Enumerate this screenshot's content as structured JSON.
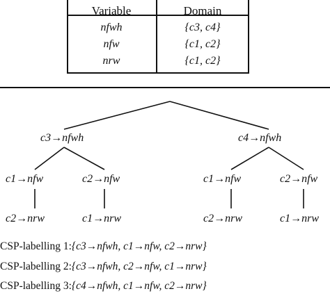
{
  "table": {
    "headers": [
      "Variable",
      "Domain"
    ],
    "rows": [
      {
        "variable": "nfwh",
        "domain": "{c3, c4}"
      },
      {
        "variable": "nfw",
        "domain": "{c1, c2}"
      },
      {
        "variable": "nrw",
        "domain": "{c1, c2}"
      }
    ]
  },
  "tree": {
    "level1": [
      "c3→nfwh",
      "c4→nfwh"
    ],
    "level2": [
      "c1→nfw",
      "c2→nfw",
      "c1→nfw",
      "c2→nfw"
    ],
    "level3": [
      "c2→nrw",
      "c1→nrw",
      "c2→nrw",
      "c1→nrw"
    ]
  },
  "labellings": [
    {
      "name": "CSP-labelling 1:",
      "body": "{c3→nfwh, c1→nfw, c2→nrw}"
    },
    {
      "name": "CSP-labelling 2:",
      "body": "{c3→nfwh, c2→nfw, c1→nrw}"
    },
    {
      "name": "CSP-labelling 3:",
      "body": "{c4→nfwh, c1→nfw, c2→nrw}"
    }
  ]
}
